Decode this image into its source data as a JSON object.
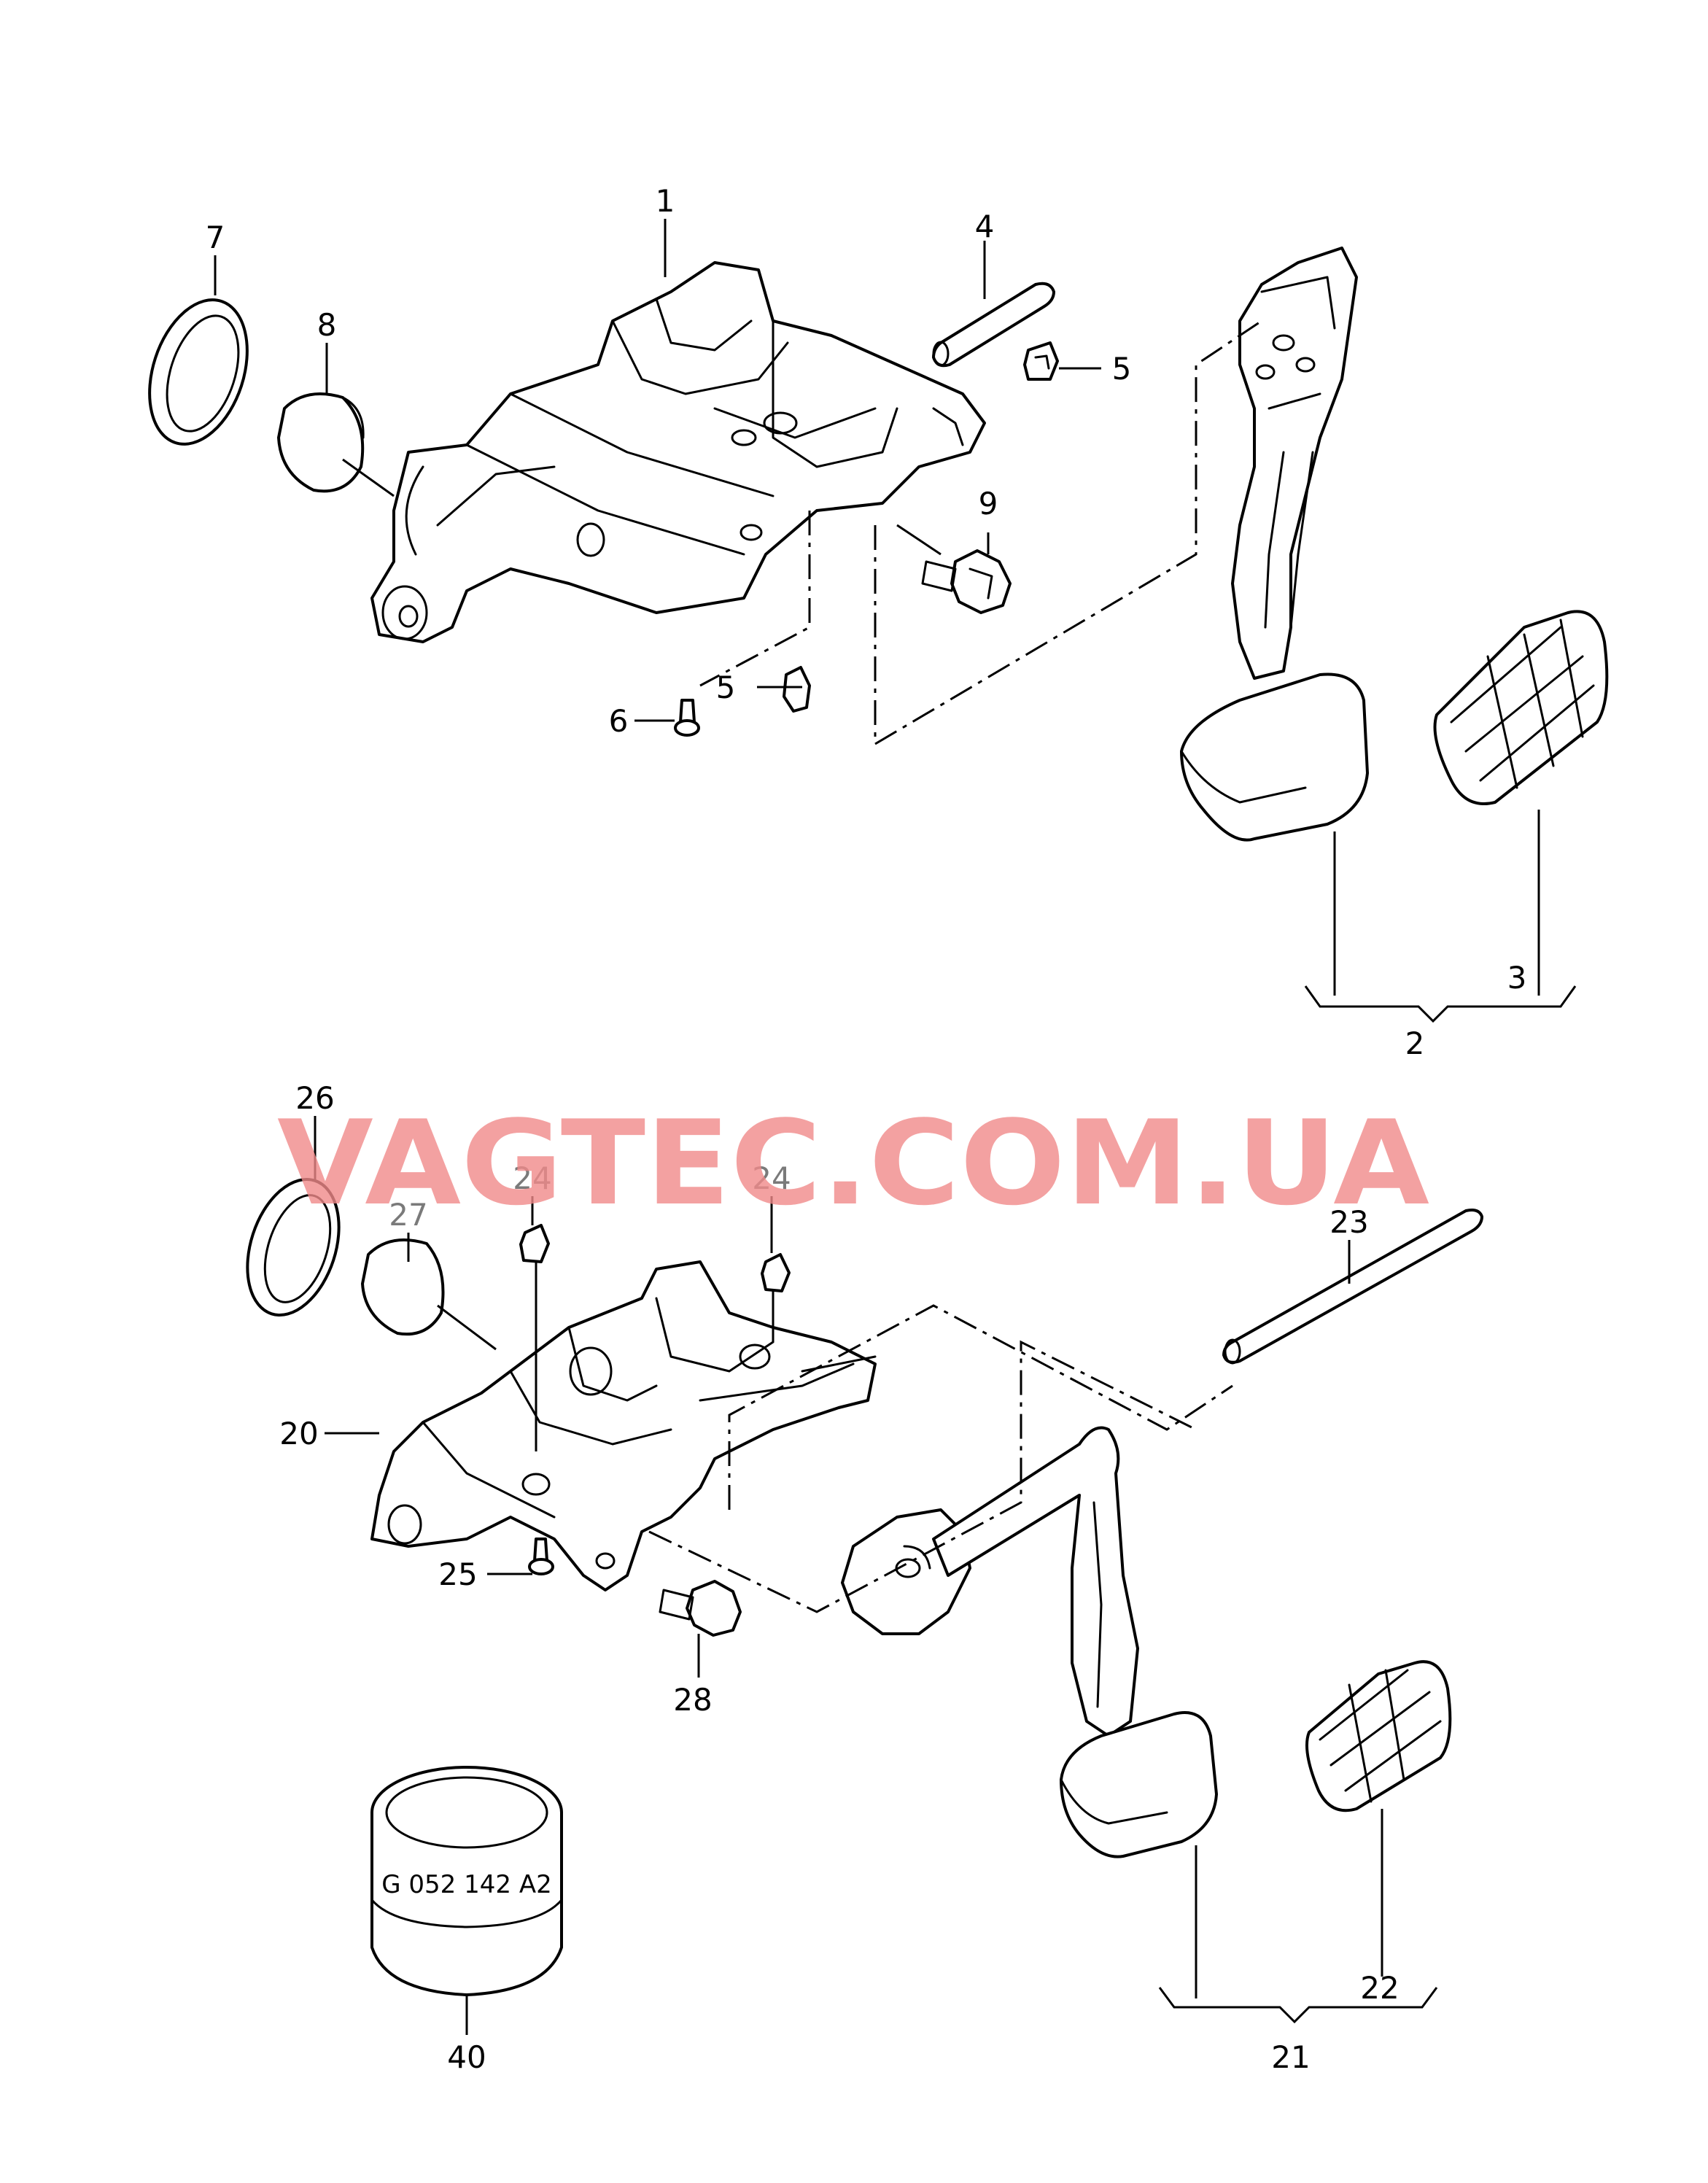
{
  "watermark": "VAGTEC.COM.UA",
  "colors": {
    "line": "#000000",
    "watermark": "#f08a8a",
    "background": "#ffffff",
    "grey_callout": "#7a7a7a"
  },
  "callouts": {
    "c1": "1",
    "c2": "2",
    "c3": "3",
    "c4": "4",
    "c5a": "5",
    "c5b": "5",
    "c6": "6",
    "c7": "7",
    "c8": "8",
    "c9": "9",
    "c20": "20",
    "c21": "21",
    "c22": "22",
    "c23": "23",
    "c24a": "24",
    "c24b": "24",
    "c25": "25",
    "c26": "26",
    "c27": "27",
    "c28": "28",
    "c40": "40"
  },
  "part_label": "G 052 142 A2"
}
